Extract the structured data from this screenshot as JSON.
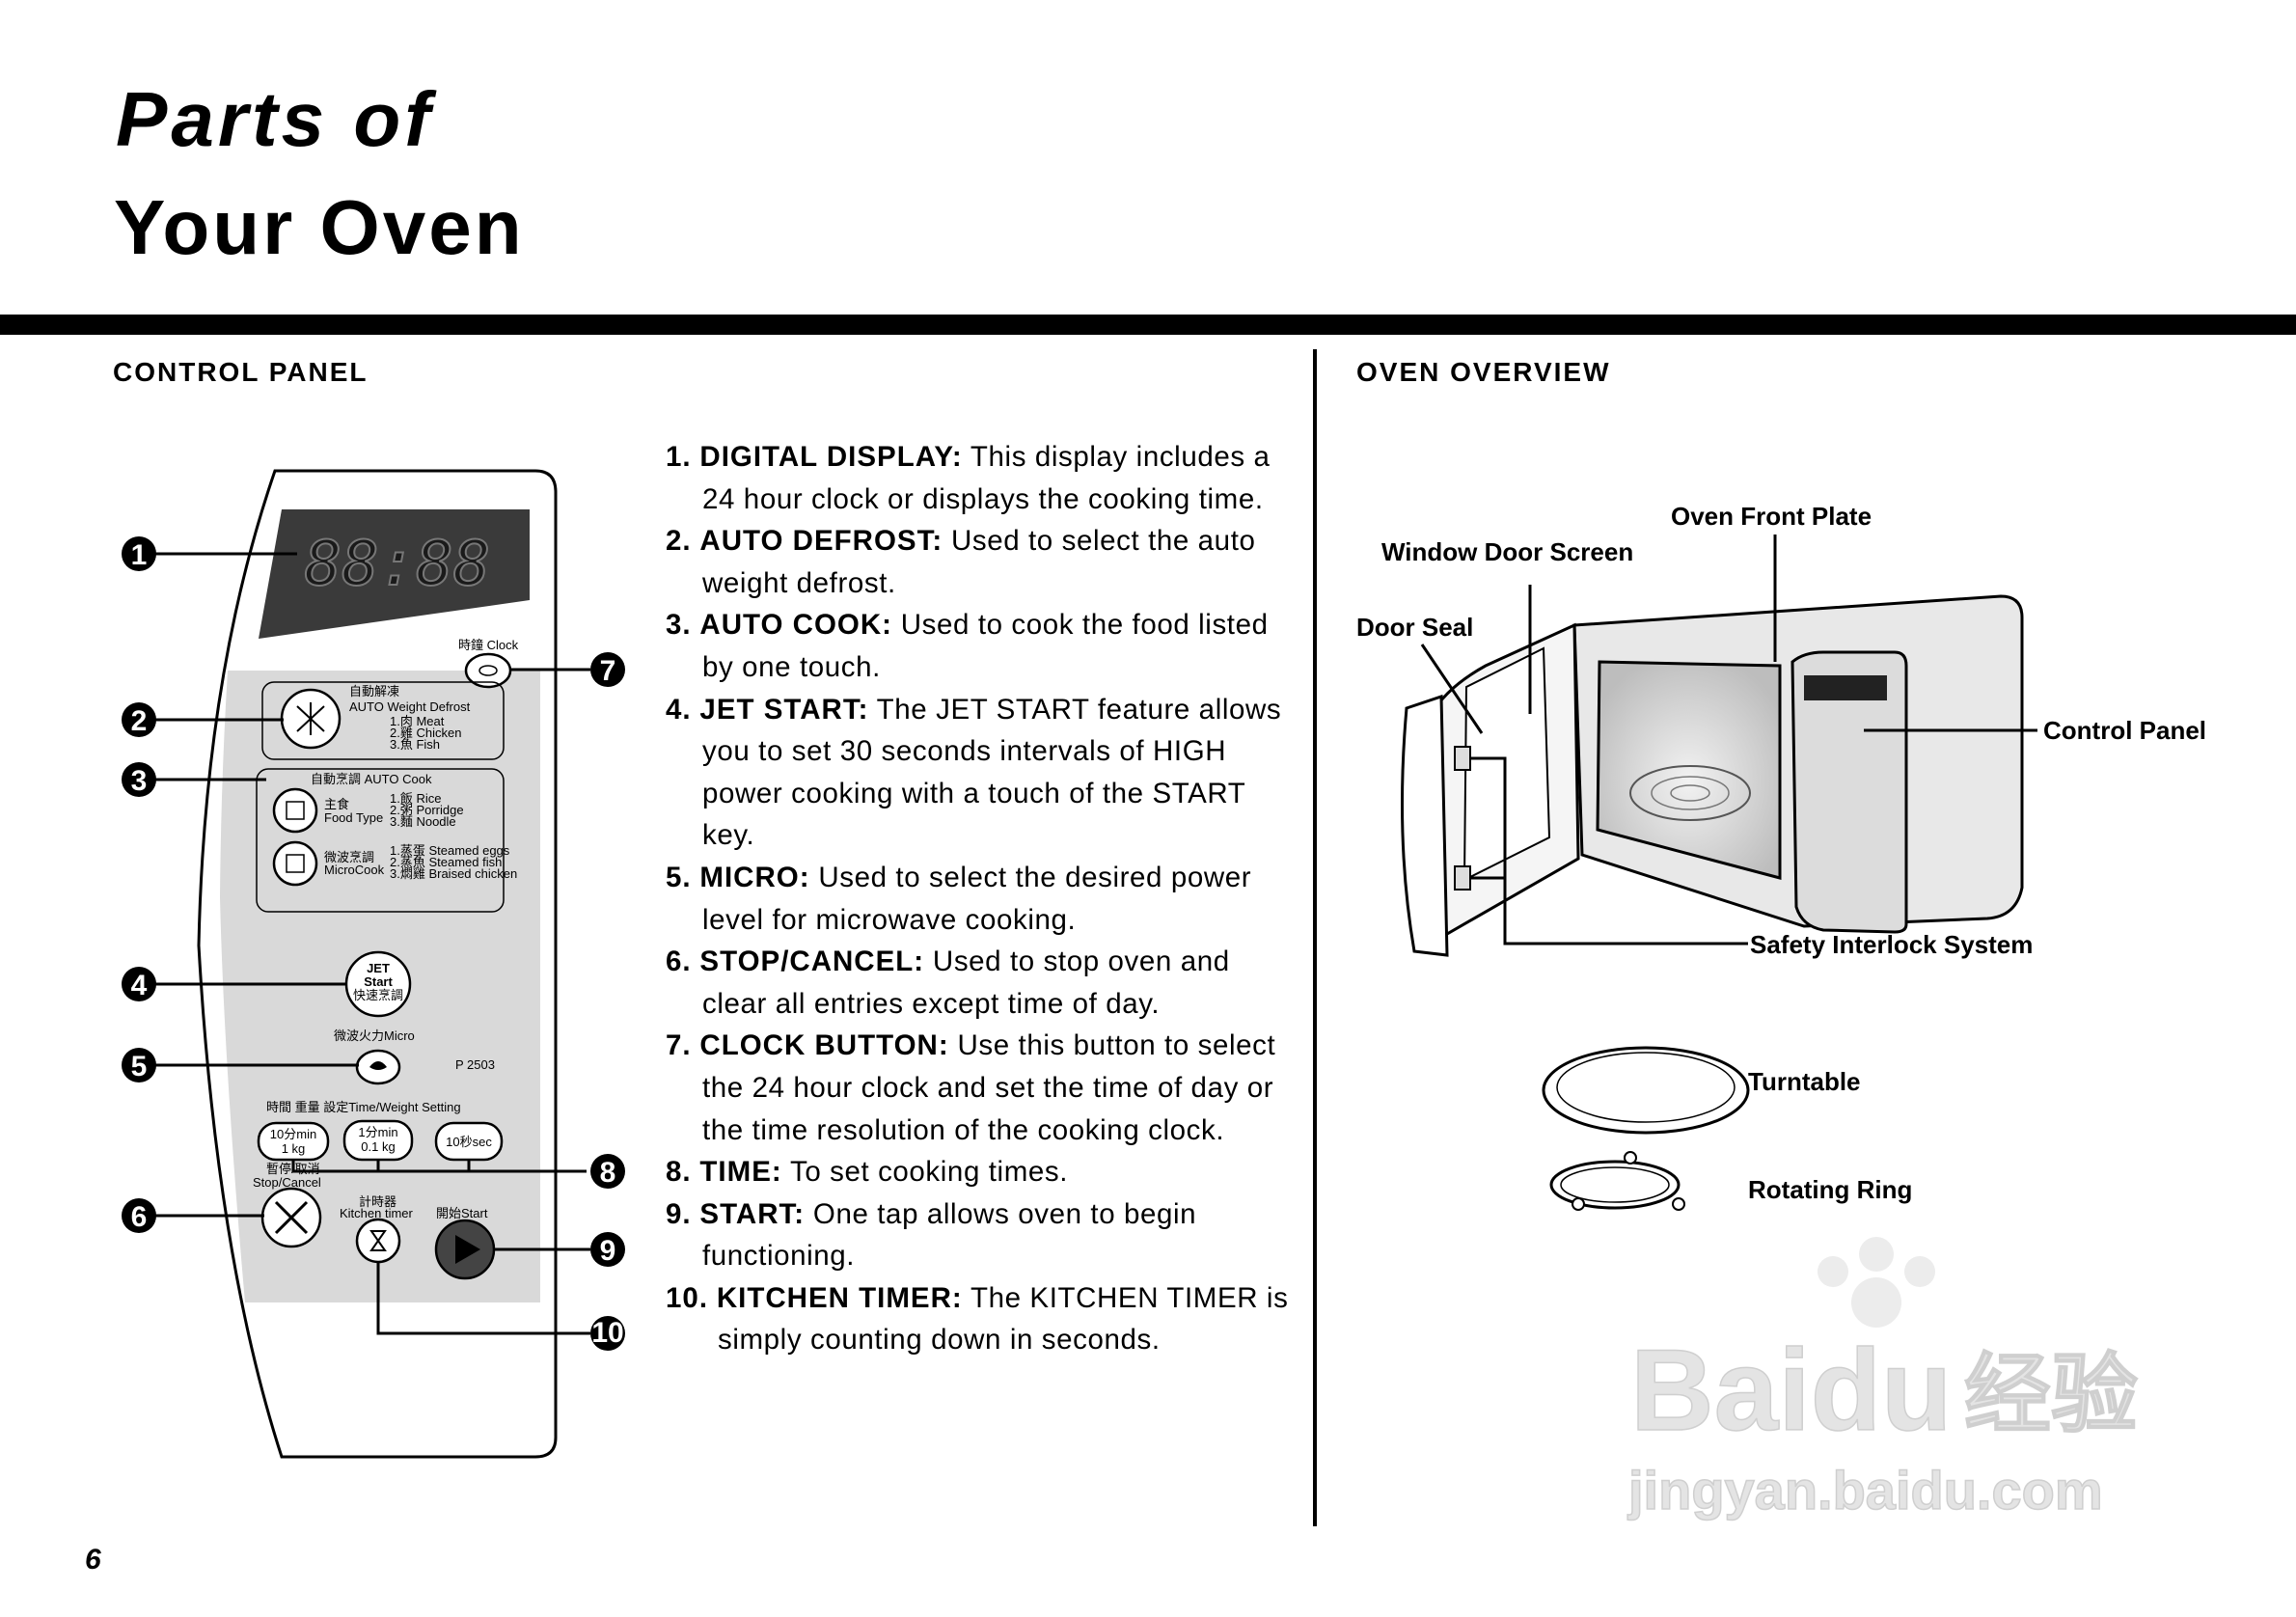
{
  "title": {
    "line1": "Parts of",
    "line2": "Your Oven"
  },
  "sections": {
    "control_panel": "CONTROL PANEL",
    "oven_overview": "OVEN OVERVIEW"
  },
  "descriptions": [
    {
      "num": "1.",
      "label": "DIGITAL DISPLAY:",
      "text": "This display includes a 24 hour clock or displays the cooking time."
    },
    {
      "num": "2.",
      "label": "AUTO DEFROST:",
      "text": "Used to select the auto weight defrost."
    },
    {
      "num": "3.",
      "label": "AUTO COOK:",
      "text": "Used to cook the food listed by one touch."
    },
    {
      "num": "4.",
      "label": "JET START:",
      "text": "The JET START feature allows you to set 30 seconds intervals of HIGH power cooking with a touch of the START key."
    },
    {
      "num": "5.",
      "label": "MICRO:",
      "text": "Used to select the desired power level for microwave cooking."
    },
    {
      "num": "6.",
      "label": "STOP/CANCEL:",
      "text": "Used to stop oven and clear all entries except time of day."
    },
    {
      "num": "7.",
      "label": "CLOCK BUTTON:",
      "text": "Use this button to select the 24 hour clock and set the time of day or the time resolution of the cooking clock."
    },
    {
      "num": "8.",
      "label": "TIME:",
      "text": "To set cooking times."
    },
    {
      "num": "9.",
      "label": "START:",
      "text": "One tap allows oven to begin functioning."
    },
    {
      "num": "10.",
      "label": "KITCHEN TIMER:",
      "text": "The KITCHEN TIMER is simply counting down in seconds."
    }
  ],
  "callouts": [
    "1",
    "2",
    "3",
    "4",
    "5",
    "6",
    "7",
    "8",
    "9",
    "10"
  ],
  "panel": {
    "display": "88:88",
    "clock": "時鐘 Clock",
    "defrost_cn": "自動解凍",
    "defrost": "AUTO Weight Defrost",
    "defrost_items": [
      "1.肉 Meat",
      "2.雞 Chicken",
      "3.魚 Fish"
    ],
    "auto_cook": "自動烹調 AUTO Cook",
    "food_type_cn": "主食",
    "food_type": "Food Type",
    "food_items": [
      "1.飯 Rice",
      "2.粥 Porridge",
      "3.麵 Noodle"
    ],
    "micro_cook_cn": "微波烹調",
    "micro_cook": "MicroCook",
    "micro_items": [
      "1.蒸蛋 Steamed eggs",
      "2.蒸魚 Steamed fish",
      "3.燜雞 Braised chicken"
    ],
    "jet_start": [
      "JET",
      "Start",
      "快速烹調"
    ],
    "micro": "微波火力Micro",
    "model": "P 2503",
    "time_weight": "時間 重量 設定Time/Weight Setting",
    "btn_10min": [
      "10分min",
      "1 kg"
    ],
    "btn_1min": [
      "1分min",
      "0.1 kg"
    ],
    "btn_10sec": "10秒sec",
    "stop_cn": "暫停/取消",
    "stop": "Stop/Cancel",
    "timer_cn": "計時器",
    "timer": "Kitchen timer",
    "start": "開始Start"
  },
  "overview_labels": {
    "oven_front_plate": "Oven Front Plate",
    "window_door_screen": "Window Door Screen",
    "door_seal": "Door Seal",
    "control_panel": "Control Panel",
    "safety_interlock": "Safety Interlock System",
    "turntable": "Turntable",
    "rotating_ring": "Rotating Ring"
  },
  "watermark": {
    "brand": "Baidu",
    "cn": "经验",
    "url": "jingyan.baidu.com"
  },
  "page_number": "6"
}
